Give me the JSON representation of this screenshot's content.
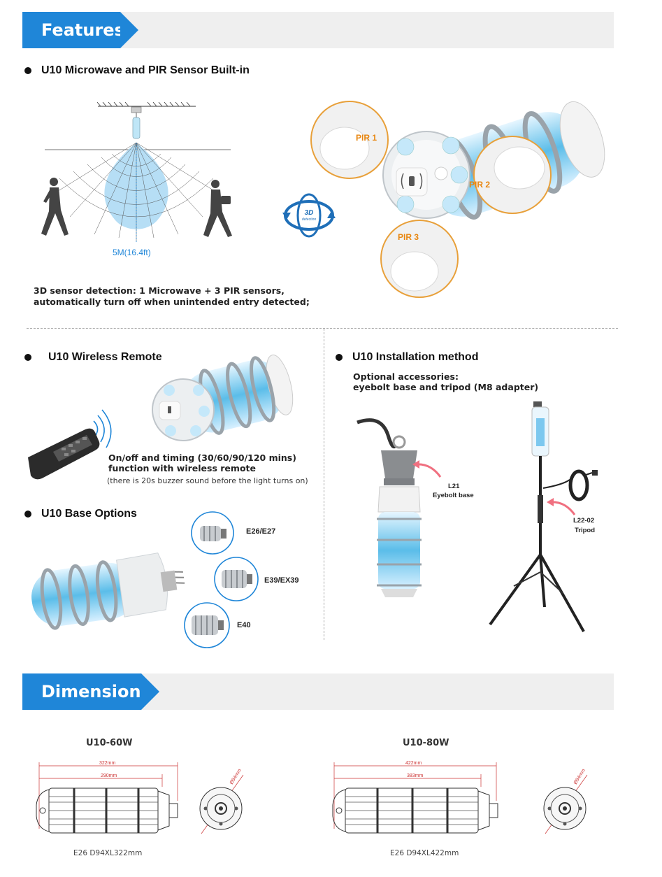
{
  "features_banner": {
    "title": "Features"
  },
  "sensor": {
    "heading": "U10 Microwave and PIR Sensor Built-in",
    "range_label": "5M(16.4ft)",
    "badge_line1": "3D",
    "badge_line2": "detection",
    "pir_labels": [
      "PIR 1",
      "PIR 2",
      "PIR 3"
    ],
    "desc_line1": "3D sensor detection: 1 Microwave + 3 PIR sensors,",
    "desc_line2": "automatically turn off when unintended entry detected;"
  },
  "remote": {
    "heading": "U10 Wireless Remote",
    "desc_line1": "On/off and timing (30/60/90/120 mins)",
    "desc_line2": "function with wireless remote",
    "note": "(there is 20s buzzer sound before the light turns on)"
  },
  "base": {
    "heading": "U10 Base Options",
    "options": [
      "E26/E27",
      "E39/EX39",
      "E40"
    ]
  },
  "install": {
    "heading": "U10 Installation method",
    "desc_line1": "Optional accessories:",
    "desc_line2": "eyebolt base and tripod (M8 adapter)",
    "eyebolt_code": "L21",
    "eyebolt_name": "Eyebolt base",
    "tripod_code": "L22-02",
    "tripod_name": "Tripod"
  },
  "dimensions_banner": {
    "title": "Dimensions"
  },
  "dimensions": [
    {
      "model": "U10-60W",
      "overall": "322mm",
      "body": "290mm",
      "diameter": "Ø94mm",
      "caption": "E26  D94XL322mm"
    },
    {
      "model": "U10-80W",
      "overall": "422mm",
      "body": "383mm",
      "diameter": "Ø94mm",
      "caption": "E26  D94XL422mm"
    }
  ],
  "colors": {
    "accent": "#1f86d8",
    "banner_bg": "#efefef",
    "pir_orange": "#e8860f",
    "uv_blue": "#6cc6f0",
    "dim_red": "#cc3333"
  }
}
